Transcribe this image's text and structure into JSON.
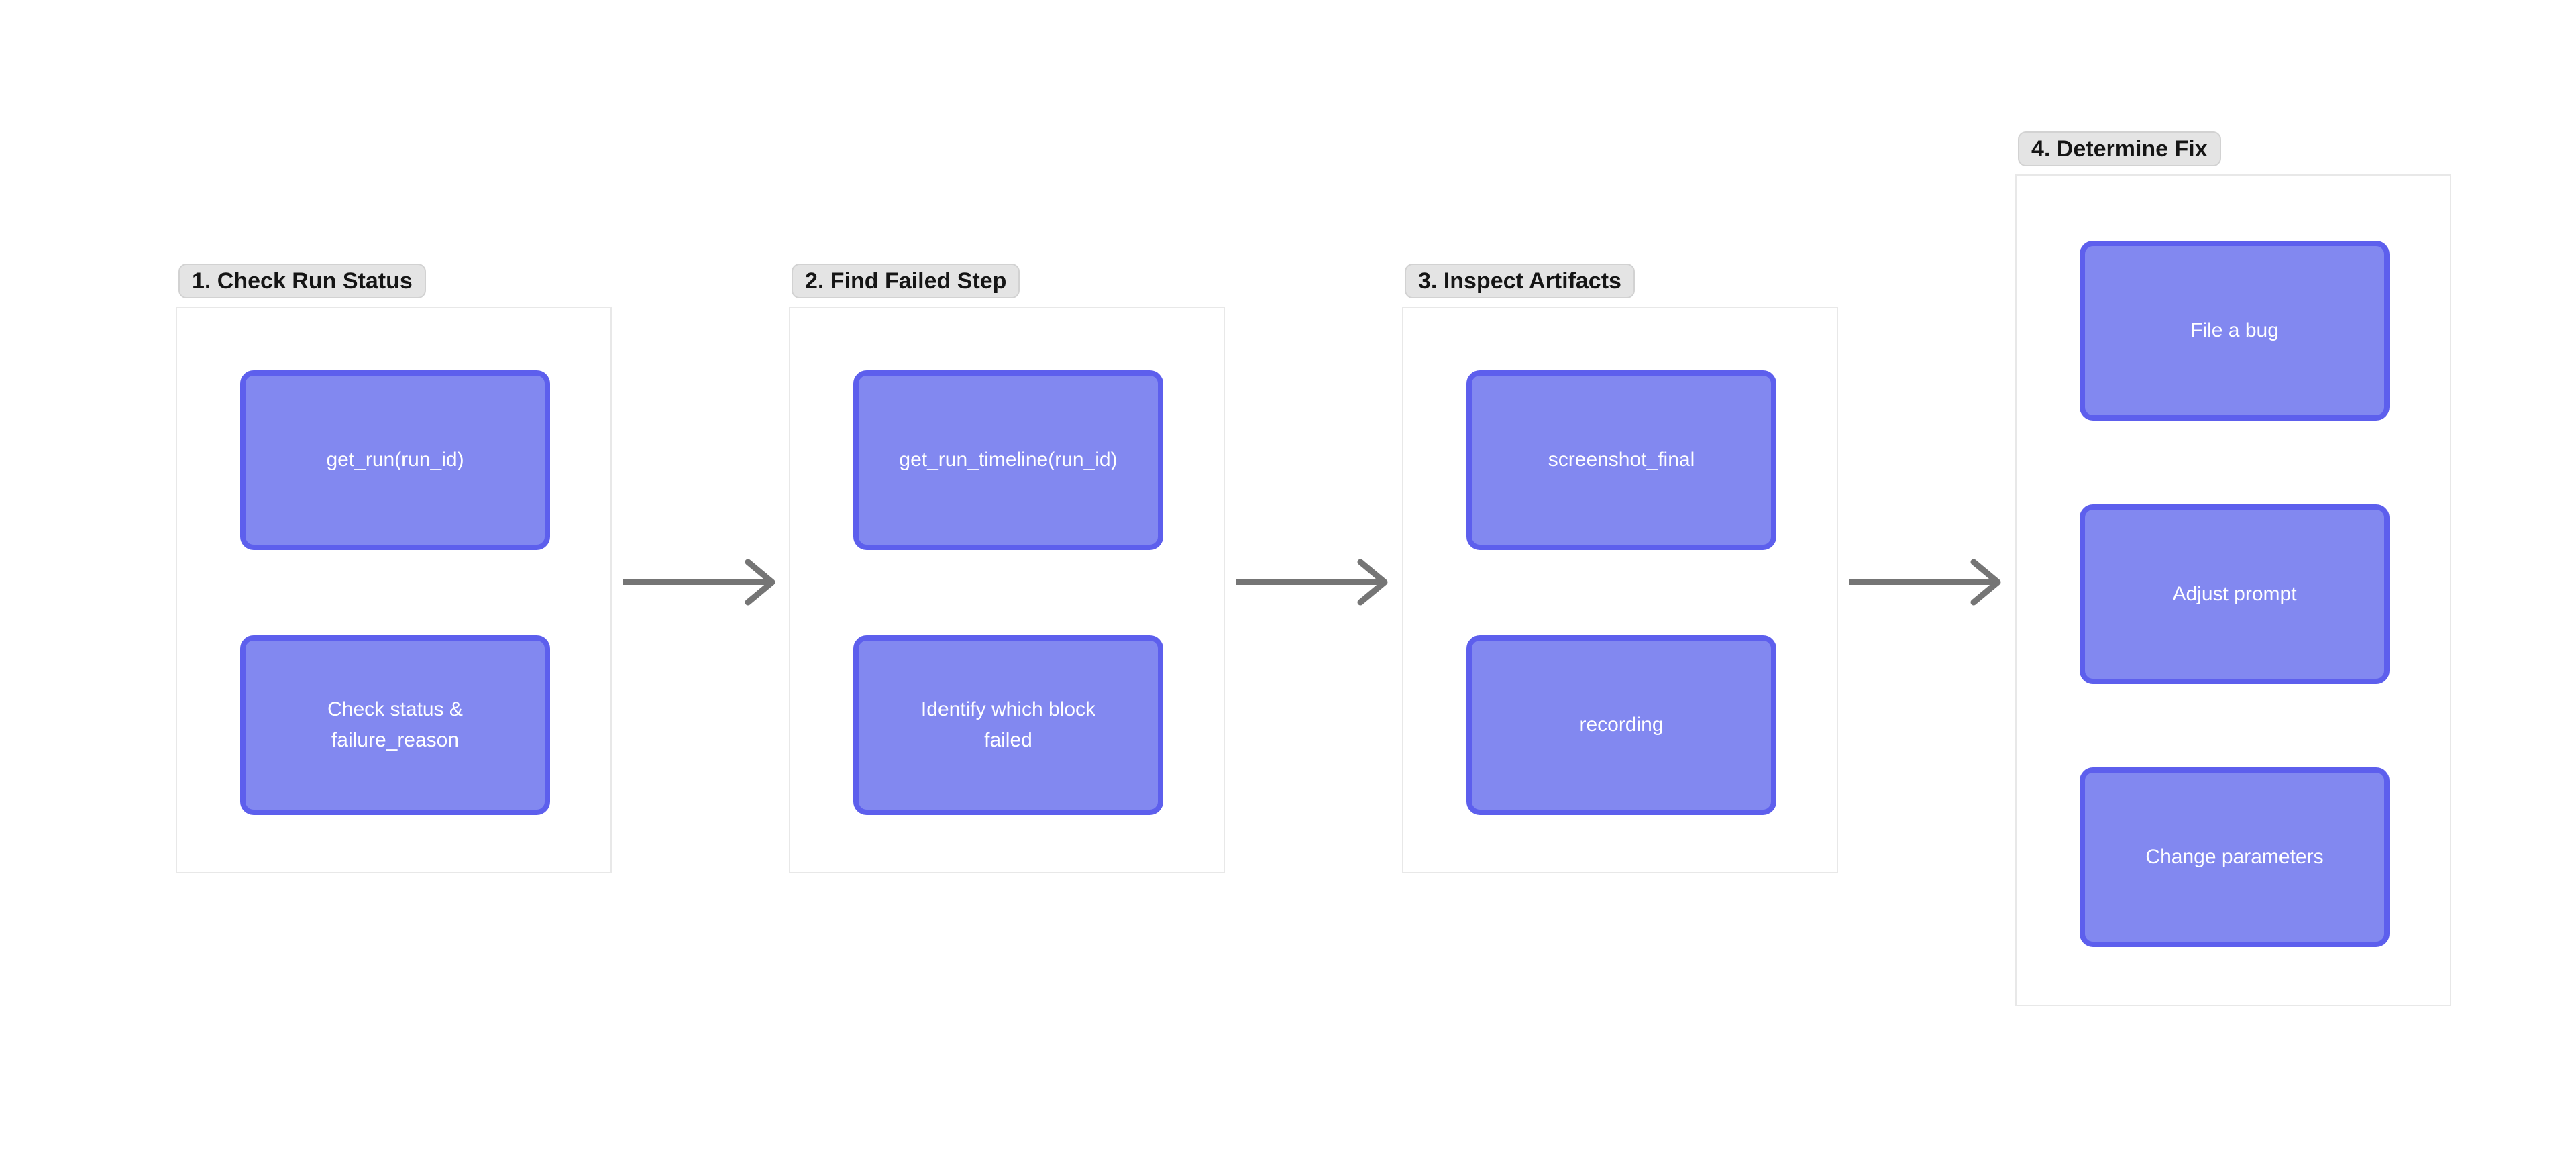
{
  "diagram": {
    "type": "flowchart",
    "background": "#ffffff",
    "colors": {
      "node_fill": "#8288f0",
      "node_border": "#5d5fed",
      "node_text": "#ffffff",
      "frame_border": "#e8e8e8",
      "frame_fill": "#ffffff",
      "frame_label_bg": "#e4e4e4",
      "frame_label_border": "#d2d2d2",
      "frame_label_text": "#151515",
      "arrow": "#757575"
    }
  },
  "groups": [
    {
      "label": "1. Check Run Status",
      "nodes": [
        {
          "label": "get_run(run_id)"
        },
        {
          "label": "Check status &\nfailure_reason"
        }
      ]
    },
    {
      "label": "2. Find Failed Step",
      "nodes": [
        {
          "label": "get_run_timeline(run_id)"
        },
        {
          "label": "Identify which block\nfailed"
        }
      ]
    },
    {
      "label": "3. Inspect Artifacts",
      "nodes": [
        {
          "label": "screenshot_final"
        },
        {
          "label": "recording"
        }
      ]
    },
    {
      "label": "4. Determine Fix",
      "nodes": [
        {
          "label": "File a bug"
        },
        {
          "label": "Adjust prompt"
        },
        {
          "label": "Change parameters"
        }
      ]
    }
  ],
  "arrows": [
    {
      "name": "arrow-1",
      "from": "1. Check Run Status",
      "to": "2. Find Failed Step"
    },
    {
      "name": "arrow-2",
      "from": "2. Find Failed Step",
      "to": "3. Inspect Artifacts"
    },
    {
      "name": "arrow-3",
      "from": "3. Inspect Artifacts",
      "to": "4. Determine Fix"
    }
  ]
}
